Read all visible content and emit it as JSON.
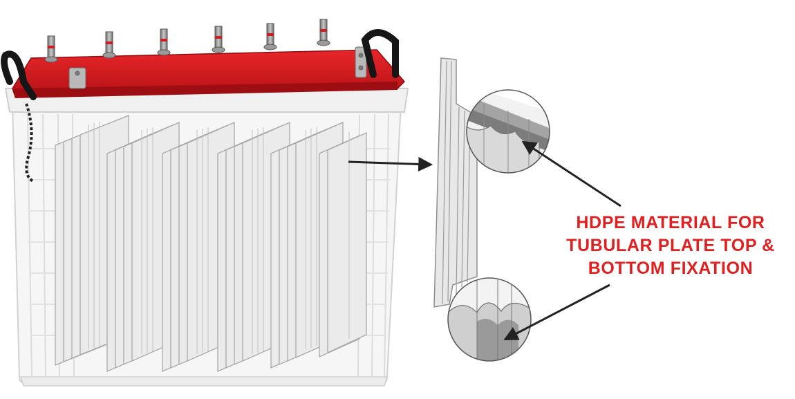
{
  "callout": {
    "lines": [
      "HDPE MATERIAL FOR",
      "TUBULAR PLATE TOP &",
      "BOTTOM FIXATION"
    ]
  },
  "colors": {
    "lid": "#d4161a",
    "lid_dark": "#a90f12",
    "container": "#f4f4f4",
    "container_edge": "#cfcfcf",
    "plate": "#e6e6e6",
    "plate_line": "#9a9a9a",
    "handle": "#1a1a1a",
    "terminal": "#8c8c8c",
    "callout_text": "#e02020",
    "arrow": "#222222"
  },
  "icons": {
    "terminals": "terminal-post-icon",
    "handles": "carry-handle-icon",
    "arrows": "pointer-arrow-icon"
  }
}
